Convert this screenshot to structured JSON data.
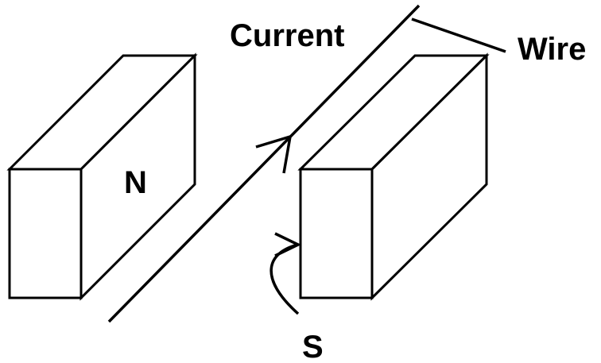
{
  "labels": {
    "current": "Current",
    "wire": "Wire",
    "north_pole": "N",
    "south_pole": "S"
  },
  "colors": {
    "ink": "#000000",
    "background": "#ffffff"
  }
}
